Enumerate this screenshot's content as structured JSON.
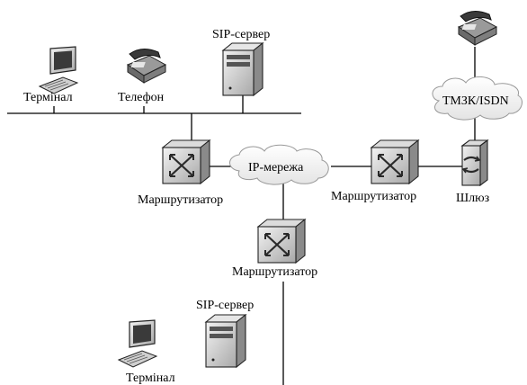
{
  "labels": {
    "terminal_top": "Термінал",
    "telephone_top": "Телефон",
    "sip_server_top": "SIP-сервер",
    "pstn_cloud": "ТМЗК/ISDN",
    "ip_cloud": "IP-мережа",
    "router_left": "Маршрутизатор",
    "router_right": "Маршрутизатор",
    "router_bottom": "Маршрутизатор",
    "gateway": "Шлюз",
    "sip_server_bottom": "SIP-сервер",
    "terminal_bottom": "Термінал"
  },
  "colors": {
    "device_fill": "#dcdcdc",
    "device_dark": "#3a3a3a",
    "cloud_fill": "#f4f4f4",
    "line": "#000000"
  },
  "icons": [
    "computer-icon",
    "telephone-icon",
    "server-icon",
    "router-icon",
    "gateway-icon",
    "cloud-icon"
  ]
}
